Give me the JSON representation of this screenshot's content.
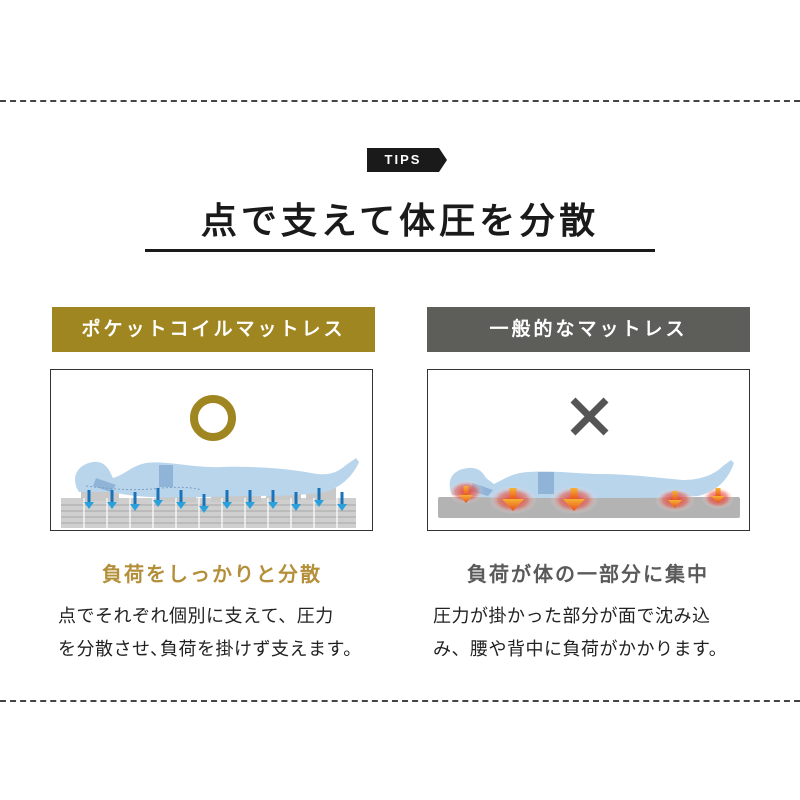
{
  "badge": {
    "label": "TIPS",
    "icon": "tag-arrow-shape",
    "color": "#1a1a1a"
  },
  "title": "点で支えて体圧を分散",
  "columns": [
    {
      "header": "ポケットコイルマットレス",
      "header_color": "#a08620",
      "verdict_icon": "circle-ok-icon",
      "verdict_color": "#a08620",
      "illustration": "body-on-pocket-coil-mattress-with-even-blue-arrows",
      "subheading": "負荷をしっかりと分散",
      "subheading_color": "#b48f3a",
      "body_lines": [
        "点でそれぞれ個別に支えて、圧力",
        "を分散させ､負荷を掛けず支えます。"
      ]
    },
    {
      "header": "一般的なマットレス",
      "header_color": "#5d5d5a",
      "verdict_icon": "cross-ng-icon",
      "verdict_color": "#555555",
      "illustration": "body-on-flat-mattress-with-red-pressure-arrows",
      "subheading": "負荷が体の一部分に集中",
      "subheading_color": "#5a5a5a",
      "body_lines": [
        "圧力が掛かった部分が面で沈み込",
        "み、腰や背中に負荷がかかります。"
      ]
    }
  ],
  "colors": {
    "body_fill": "#b9d5ec",
    "body_accent": "#8fb4d8",
    "coil_gray": "#bdbdbd",
    "blue_arrow": "#1a72b8",
    "orange_arrow": "#f07c1e",
    "red_glow": "#e8322a",
    "mattress_gray": "#b3b3b3"
  }
}
